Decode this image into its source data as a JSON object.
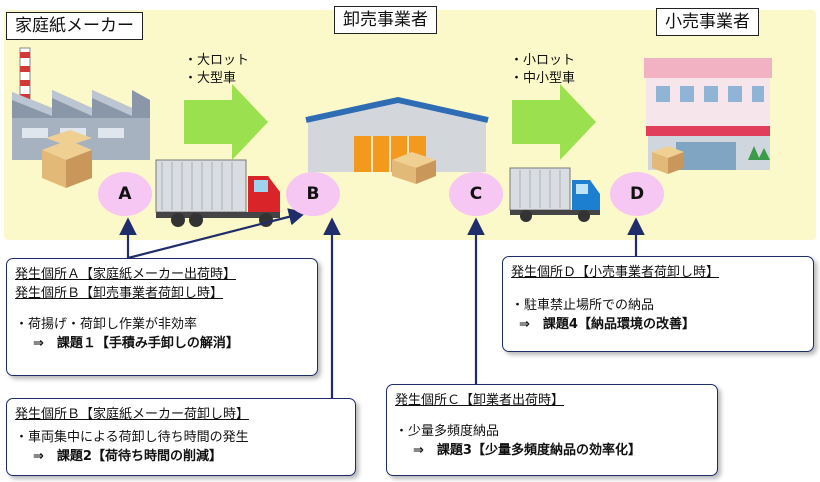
{
  "roles": {
    "maker": "家庭紙メーカー",
    "wholesaler": "卸売事業者",
    "retailer": "小売事業者"
  },
  "shipments": {
    "large": [
      "・大ロット",
      "・大型車"
    ],
    "small": [
      "・小ロット",
      "・中小型車"
    ]
  },
  "points": {
    "a": "A",
    "b": "B",
    "c": "C",
    "d": "D"
  },
  "boxes": {
    "ab": {
      "heading_a": "発生個所Ａ【家庭紙メーカー出荷時】",
      "heading_b": "発生個所Ｂ【卸売事業者荷卸し時】",
      "bullet": "・荷揚げ・荷卸し作業が非効率",
      "task": "⇒　課題１【手積み手卸しの解消】"
    },
    "b2": {
      "heading": "発生個所Ｂ【家庭紙メーカー荷卸し時】",
      "bullet": "・車両集中による荷卸し待ち時間の発生",
      "task": "⇒　課題2【荷待ち時間の削減】"
    },
    "c": {
      "heading": "発生個所Ｃ【卸業者出荷時】",
      "bullet": "・少量多頻度納品",
      "task": "⇒　課題3【少量多頻度納品の効率化】"
    },
    "d": {
      "heading": "発生個所Ｄ【小売事業者荷卸し時】",
      "bullet": "・駐車禁止場所での納品",
      "task": "⇒　課題4【納品環境の改善】"
    }
  },
  "colors": {
    "band": "#fbf9c9",
    "flow_arrow": "#9be04f",
    "point_fill": "#f5c7f2",
    "box_border": "#1f2d6b",
    "truck_red": "#d9242a",
    "truck_blue": "#1c7fcf",
    "warehouse_roof": "#2e6db4",
    "warehouse_door": "#f39a1e",
    "factory_chimney": "#d23a3a",
    "cardboard": "#e3b978"
  },
  "icons": [
    "factory-icon",
    "warehouse-icon",
    "store-icon",
    "large-truck-icon",
    "small-truck-icon",
    "cardboard-boxes-icon",
    "flow-arrow-icon"
  ]
}
